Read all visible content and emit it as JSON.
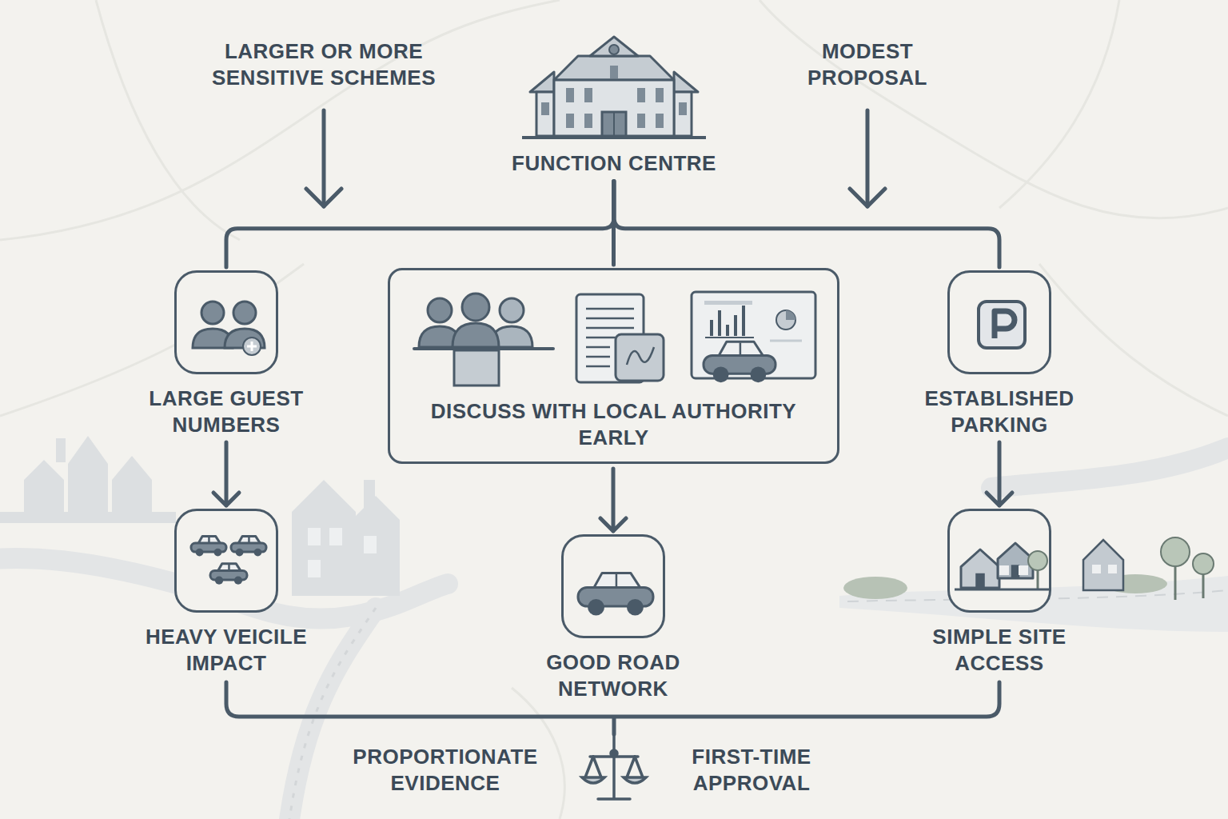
{
  "diagram": {
    "nodes": [
      {
        "text": [
          "FUNCTION CENTRE"
        ]
      },
      {
        "text": [
          "LARGE GUEST NUMBERS"
        ]
      },
      {
        "text": [
          "DISCUSS WITH LOCAL AUTHORITY EARLY"
        ]
      },
      {
        "text": [
          "ESTABLISHED PARKING"
        ]
      },
      {
        "text": [
          "HEAVY VEICILE IMPACT"
        ]
      },
      {
        "text": [
          "GOOD ROAD NETWORK"
        ]
      },
      {
        "text": [
          "SIMPLE SITE ACCESS"
        ]
      }
    ],
    "edges": [
      {
        "from": 0,
        "to": 1,
        "arrow": "none"
      },
      {
        "from": 0,
        "to": 2,
        "arrow": "none"
      },
      {
        "from": 0,
        "to": 3,
        "arrow": "none"
      },
      {
        "from": 1,
        "to": 4,
        "arrow": "to"
      },
      {
        "from": 2,
        "to": 5,
        "arrow": "to"
      },
      {
        "from": 3,
        "to": 6,
        "arrow": "to"
      }
    ],
    "labels": [
      "LARGER OR MORE SENSITIVE SCHEMES",
      "MODEST PROPOSAL",
      "PROPORTIONATE EVIDENCE",
      "FIRST-TIME APPROVAL"
    ]
  }
}
